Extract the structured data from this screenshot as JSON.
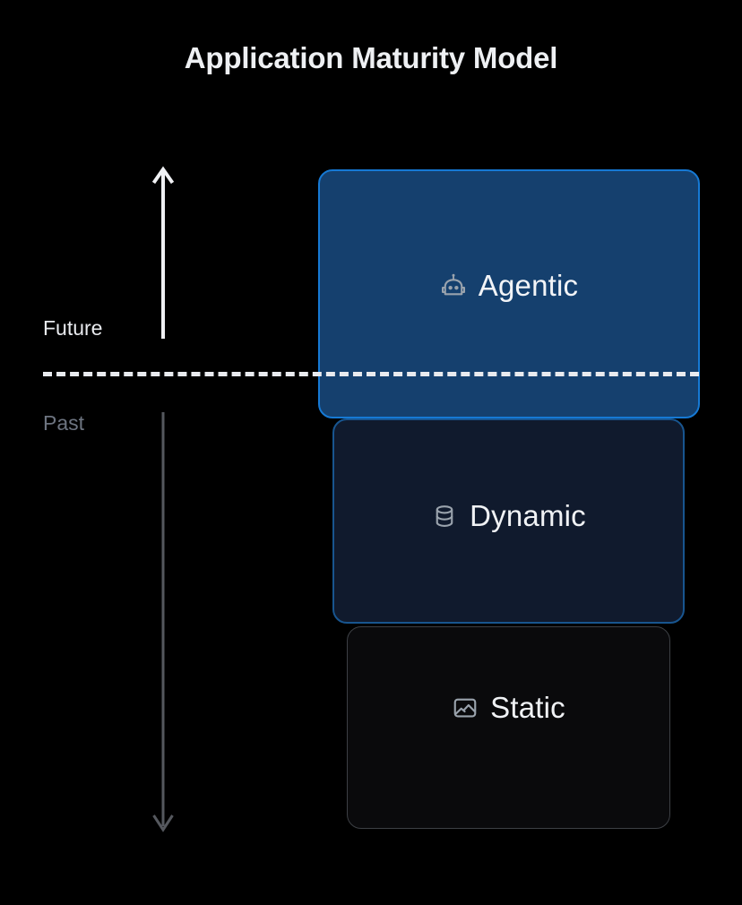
{
  "page": {
    "title": "Application Maturity Model",
    "background_color": "#000000"
  },
  "timeline": {
    "future_label": "Future",
    "past_label": "Past",
    "future_color": "#e8eaee",
    "past_color": "#6d7480",
    "up_arrow_icon": "arrow-up-icon",
    "down_arrow_icon": "arrow-down-icon",
    "up_arrow_color": "#f0f1f4",
    "down_arrow_color": "#55585e",
    "divider_icon": "dashed-divider",
    "divider_color": "#e9ebef"
  },
  "layers": [
    {
      "label": "Agentic",
      "icon": "robot-icon",
      "fill_color": "#15406e",
      "border_color": "#1679d4",
      "text_color": "#f2f4f7",
      "icon_color": "#9aa3ad"
    },
    {
      "label": "Dynamic",
      "icon": "database-icon",
      "fill_color": "#101a2d",
      "border_color": "#18558f",
      "text_color": "#f0f2f5",
      "icon_color": "#9aa3ad"
    },
    {
      "label": "Static",
      "icon": "image-icon",
      "fill_color": "#0a0a0c",
      "border_color": "#3d4045",
      "text_color": "#f0f2f5",
      "icon_color": "#9aa3ad"
    }
  ]
}
